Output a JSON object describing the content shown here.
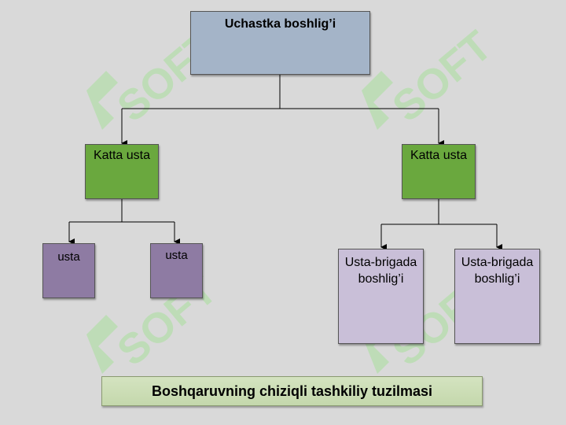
{
  "diagram": {
    "root": {
      "label": "Uchastka boshlig’i"
    },
    "left_branch": {
      "label": "Katta usta",
      "children": [
        {
          "label": "usta"
        },
        {
          "label": "usta"
        }
      ]
    },
    "right_branch": {
      "label": "Katta usta",
      "children": [
        {
          "label": "Usta-brigada boshlig’i"
        },
        {
          "label": "Usta-brigada boshlig’i"
        }
      ]
    },
    "caption": "Boshqaruvning chiziqli tashkiliy tuzilmasi"
  },
  "colors": {
    "root_fill": "#a4b4c8",
    "senior_fill": "#6aa83e",
    "worker_fill": "#8e7ba3",
    "brigade_fill": "#c9bfd8",
    "watermark": "#9bd88f"
  },
  "watermark": {
    "text": "SOFT"
  }
}
